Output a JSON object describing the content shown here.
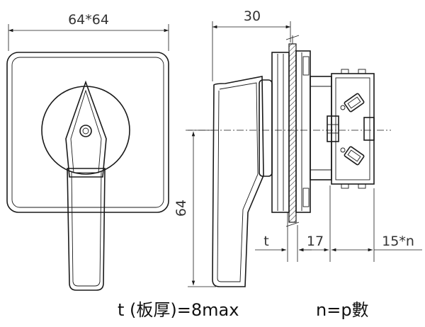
{
  "dimensions": {
    "front_width": "64*64",
    "side_depth": "30",
    "height": "64",
    "thickness": "t",
    "front_module": "17",
    "module_pitch": "15*n"
  },
  "notes": {
    "thickness_note": "t (板厚)=8max",
    "poles_note": "n=p數"
  }
}
